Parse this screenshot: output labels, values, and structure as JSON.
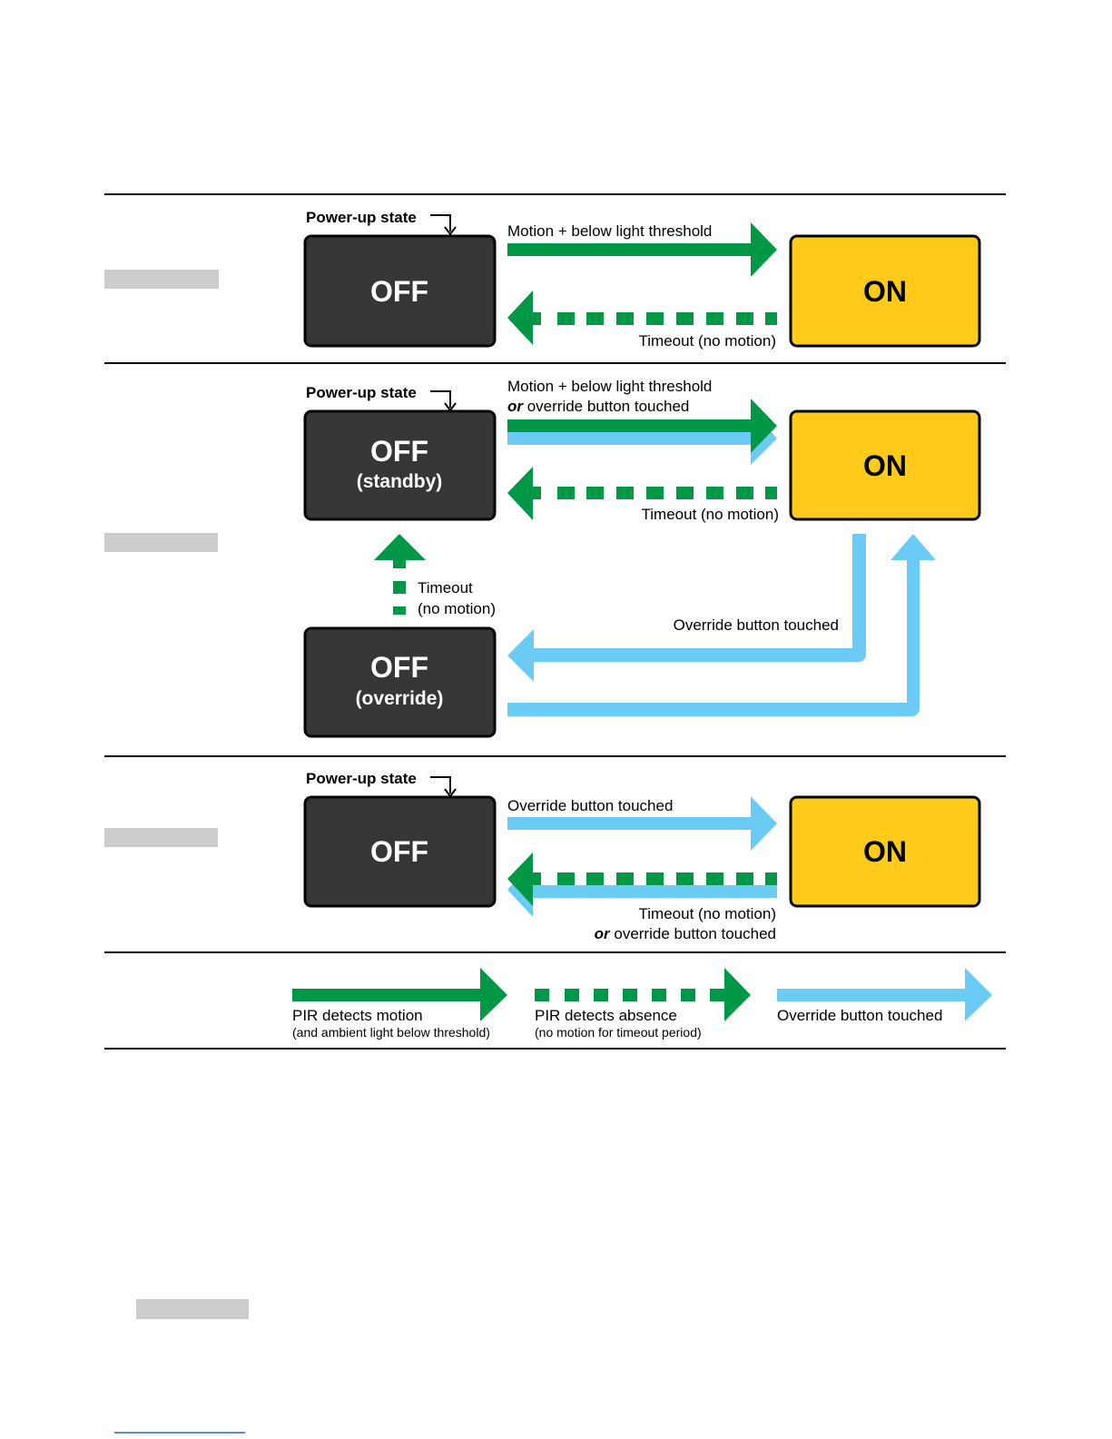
{
  "rows": {
    "row1": {
      "power_up": "Power-up state",
      "off_title": "OFF",
      "on_title": "ON",
      "arrow_top": "Motion + below light threshold",
      "arrow_bottom": "Timeout (no motion)"
    },
    "row2": {
      "power_up": "Power-up state",
      "off_title": "OFF",
      "off_sub": "(standby)",
      "on_title": "ON",
      "arrow_top_line1": "Motion + below light threshold",
      "arrow_top_line2_or": "or",
      "arrow_top_line2_rest": " override button touched",
      "arrow_bottom": "Timeout (no motion)",
      "timeout_line1": "Timeout",
      "timeout_line2": "(no motion)",
      "override_label": "Override button touched",
      "off2_title": "OFF",
      "off2_sub": "(override)"
    },
    "row3": {
      "power_up": "Power-up state",
      "off_title": "OFF",
      "on_title": "ON",
      "arrow_top": "Override button touched",
      "arrow_bottom_line1": "Timeout (no motion)",
      "arrow_bottom_line2_or": "or",
      "arrow_bottom_line2_rest": " override button touched"
    }
  },
  "legend": {
    "solid_green_main": "PIR detects motion",
    "solid_green_sub": "(and ambient light below threshold)",
    "dashed_green_main": "PIR detects absence",
    "dashed_green_sub": "(no motion for timeout period)",
    "blue_main": "Override button touched"
  },
  "colors": {
    "off_box": "#363636",
    "on_box": "#fecb1a",
    "green_arrow": "#009846",
    "blue_arrow": "#6ccbf4",
    "redacted_bar": "#cccccc",
    "divider": "#000000"
  }
}
